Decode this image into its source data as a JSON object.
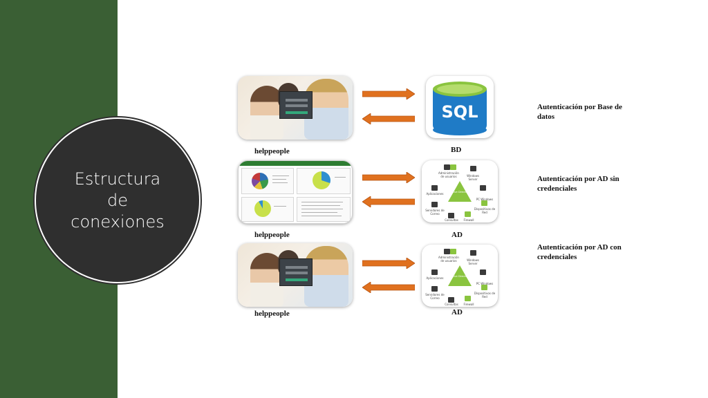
{
  "slide": {
    "title": "Estructura\nde\nconexiones"
  },
  "rows": [
    {
      "left_label": "helppeople",
      "right_label": "BD",
      "right_graphic": "SQL",
      "description": "Autenticación por Base de datos"
    },
    {
      "left_label": "helppeople",
      "right_label": "AD",
      "description": "Autenticación por AD sin credenciales"
    },
    {
      "left_label": "helppeople",
      "right_label": "AD",
      "description": "Autenticación por AD con credenciales"
    }
  ],
  "ad_diagram": {
    "center": "Active Directory",
    "admin": "Administración de usuarios",
    "windows_server": "Windows Server",
    "aplicaciones": "Aplicaciones",
    "pc_windows": "PC Windows",
    "servidores_correo": "Servidores de Correo",
    "dispositivos_red": "Dispositivos de Red",
    "consultas": "Consultas",
    "firewall": "Firewall"
  },
  "colors": {
    "sidebar": "#3a5f34",
    "circle": "#2f2f2f",
    "arrow": "#e0711f",
    "sql_blue": "#1f7bc6",
    "sql_green": "#8ac43f"
  }
}
